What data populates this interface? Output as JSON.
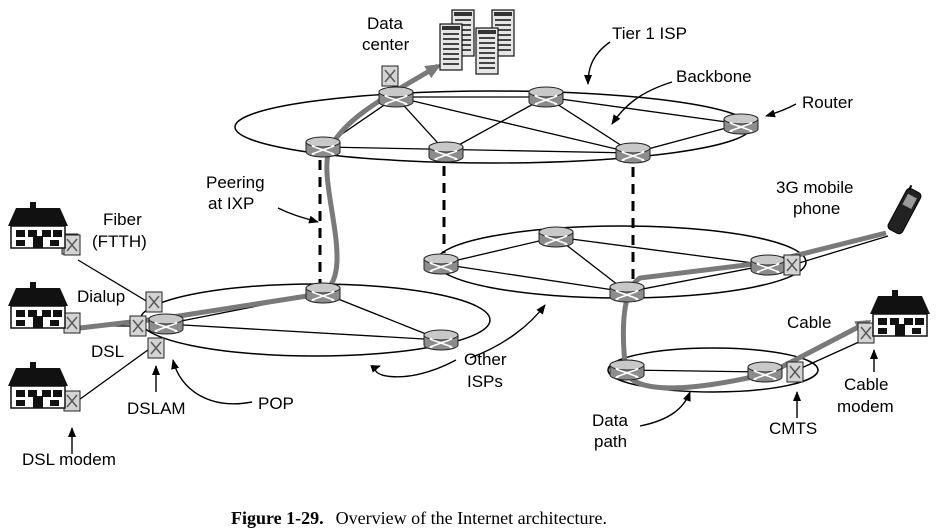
{
  "labels": {
    "data_center_1": "Data",
    "data_center_2": "center",
    "tier1_isp": "Tier 1 ISP",
    "backbone": "Backbone",
    "router": "Router",
    "peering_1": "Peering",
    "peering_2": "at IXP",
    "fiber_1": "Fiber",
    "fiber_2": "(FTTH)",
    "dialup": "Dialup",
    "dsl": "DSL",
    "dslam": "DSLAM",
    "pop": "POP",
    "dsl_modem": "DSL modem",
    "other_isps_1": "Other",
    "other_isps_2": "ISPs",
    "mobile_1": "3G mobile",
    "mobile_2": "phone",
    "cable": "Cable",
    "cable_modem_1": "Cable",
    "cable_modem_2": "modem",
    "cmts": "CMTS",
    "data_path_1": "Data",
    "data_path_2": "path"
  },
  "caption": {
    "number": "Figure 1-29.",
    "text": "Overview of the Internet architecture."
  },
  "colors": {
    "data_path": "#7a7a7a",
    "router_fill": "#8c8c8c",
    "router_top": "#c8c8c8",
    "box_fill": "#d4d4d4"
  }
}
